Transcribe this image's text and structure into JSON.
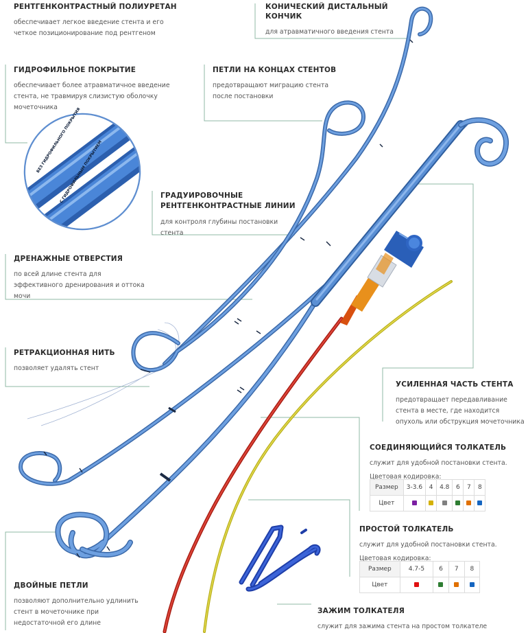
{
  "labels": {
    "radiopaque": {
      "title": "РЕНТГЕНКОНТРАСТНЫЙ ПОЛИУРЕТАН",
      "text": "обеспечивает легкое введение стента и его четкое позиционирование под рентгеном"
    },
    "tip": {
      "title": "КОНИЧЕСКИЙ ДИСТАЛЬНЫЙ КОНЧИК",
      "text": "для атравматичного введения стента"
    },
    "hydrophilic": {
      "title": "ГИДРОФИЛЬНОЕ ПОКРЫТИЕ",
      "text": "обеспечивает более атравматичное введение стента, не травмируя слизистую оболочку мочеточника"
    },
    "loops_ends": {
      "title": "ПЕТЛИ НА КОНЦАХ СТЕНТОВ",
      "text": "предотвращают миграцию стента после постановки"
    },
    "graduations": {
      "title": "ГРАДУИРОВОЧНЫЕ РЕНТГЕНКОНТРАСТНЫЕ ЛИНИИ",
      "text": "для контроля глубины постановки стента"
    },
    "drainage": {
      "title": "ДРЕНАЖНЫЕ ОТВЕРСТИЯ",
      "text": "по всей длине стента для эффективного дренирования и оттока мочи"
    },
    "thread": {
      "title": "РЕТРАКЦИОННАЯ НИТЬ",
      "text": "позволяет удалять стент"
    },
    "reinforced": {
      "title": "УСИЛЕННАЯ ЧАСТЬ СТЕНТА",
      "text": "предотвращает передавливание стента в месте, где находится опухоль или обструкция мочеточника"
    },
    "connecting_pusher": {
      "title": "СОЕДИНЯЮЩИЙСЯ ТОЛКАТЕЛЬ",
      "text": "служит для удобной постановки стента.",
      "coding": "Цветовая кодировка:"
    },
    "simple_pusher": {
      "title": "ПРОСТОЙ ТОЛКАТЕЛЬ",
      "text": "служит для удобной постановки стента.",
      "coding": "Цветовая кодировка:"
    },
    "double_loops": {
      "title": "ДВОЙНЫЕ ПЕТЛИ",
      "text": "позволяют дополнительно удлинить стент в мочеточнике при недостаточной его длине"
    },
    "clamp": {
      "title": "ЗАЖИМ ТОЛКАТЕЛЯ",
      "text": "служит для зажима стента на простом толкателе"
    }
  },
  "inset": {
    "without_coating": "БЕЗ ГИДРОФИЛЬНОГО ПОКРЫТИЯ",
    "with_coating": "С ГИДРОФИЛЬНЫМ ПОКРЫТИЕМ"
  },
  "table_connecting": {
    "size_header": "Размер",
    "color_header": "Цвет",
    "sizes": [
      "3-3.6",
      "4",
      "4.8",
      "6",
      "7",
      "8"
    ],
    "colors": [
      "#7b1fa2",
      "#d4b106",
      "#808080",
      "#2e7d32",
      "#e07000",
      "#1565c0"
    ]
  },
  "table_simple": {
    "size_header": "Размер",
    "color_header": "Цвет",
    "sizes": [
      "4.7-5",
      "6",
      "7",
      "8"
    ],
    "colors": [
      "#e01010",
      "#2e7d32",
      "#e07000",
      "#1565c0"
    ]
  },
  "colors": {
    "stent_blue": "#4a80c8",
    "stent_dark": "#2f5e9e",
    "pusher_red": "#c8261a",
    "pusher_yellow": "#c8c020",
    "leader_line": "#8fb8a4"
  }
}
